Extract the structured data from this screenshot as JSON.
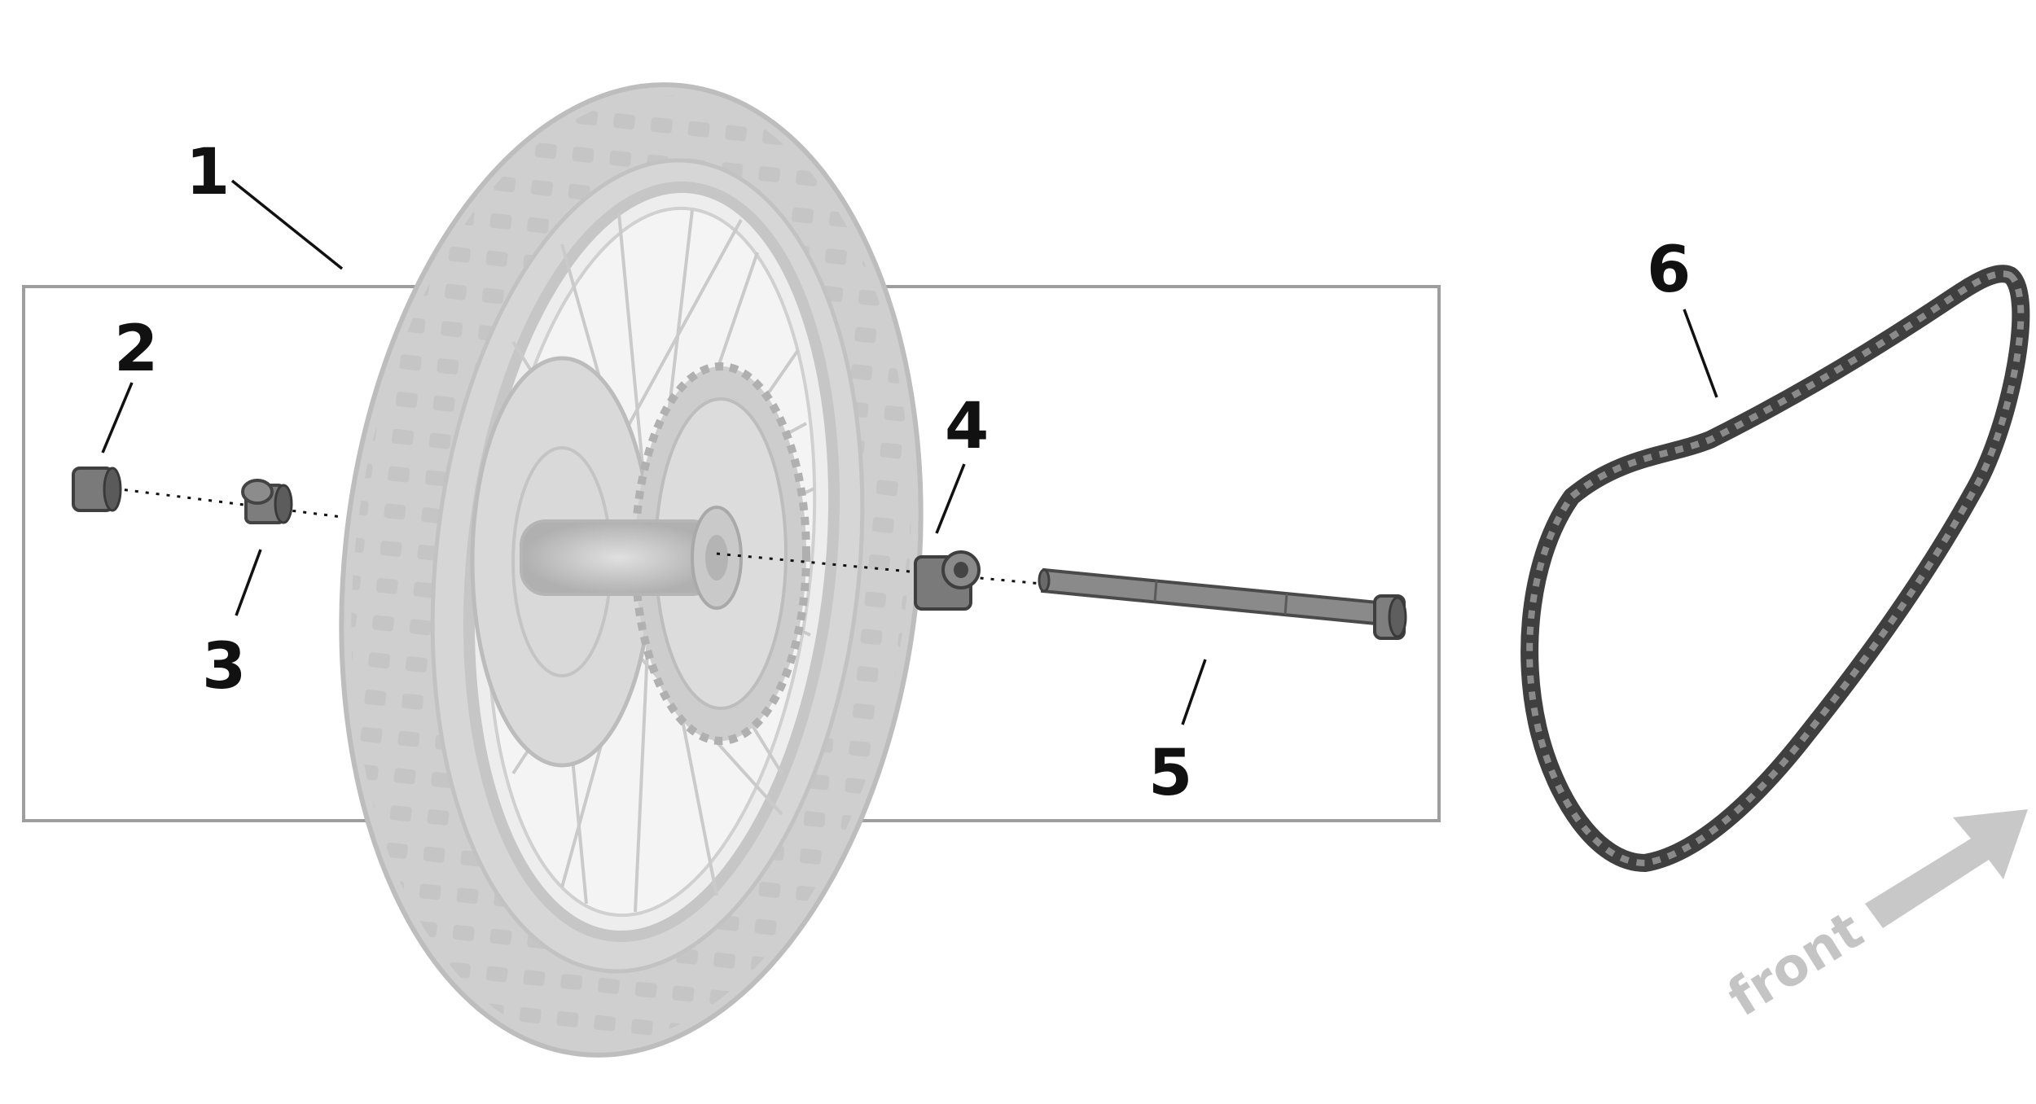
{
  "diagram": {
    "kind": "exploded-parts-view",
    "callouts": [
      {
        "id": "part-1",
        "label": "1"
      },
      {
        "id": "part-2",
        "label": "2"
      },
      {
        "id": "part-3",
        "label": "3"
      },
      {
        "id": "part-4",
        "label": "4"
      },
      {
        "id": "part-5",
        "label": "5"
      },
      {
        "id": "part-6",
        "label": "6"
      }
    ],
    "direction_indicator": {
      "label": "front"
    },
    "colors": {
      "wheel": "#cfcfcf",
      "wheel_dark": "#b9b9b9",
      "part": "#777777",
      "part_dark": "#4a4a4a",
      "chain": "#555555",
      "frame": "#9e9e9e",
      "arrow": "#c8c8c8",
      "text": "#111111"
    }
  }
}
